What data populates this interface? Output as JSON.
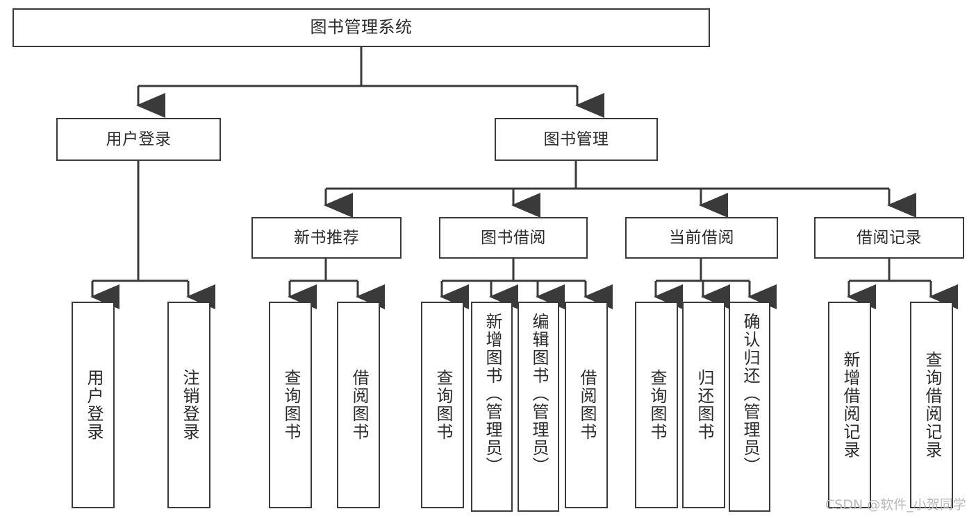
{
  "diagram": {
    "title": "图书管理系统",
    "watermark": "CSDN @软件_小贺同学",
    "type": "tree-hierarchy-chart",
    "colors": {
      "box_border": "#3a3a3a",
      "box_fill": "#ffffff",
      "connector": "#3a3a3a",
      "text": "#2b2b2b",
      "watermark": "#b8b8b8",
      "background": "#ffffff"
    }
  },
  "nodes": {
    "root": {
      "label": "图书管理系统"
    },
    "level2": [
      {
        "id": "user-login",
        "label": "用户登录"
      },
      {
        "id": "book-management",
        "label": "图书管理"
      }
    ],
    "level3": [
      {
        "id": "new-book-recommend",
        "label": "新书推荐"
      },
      {
        "id": "book-borrow",
        "label": "图书借阅"
      },
      {
        "id": "current-borrow",
        "label": "当前借阅"
      },
      {
        "id": "borrow-record",
        "label": "借阅记录"
      }
    ],
    "leaves": {
      "user_login": [
        {
          "id": "leaf-user-login",
          "label": "用户登录"
        },
        {
          "id": "leaf-logout-login",
          "label": "注销登录"
        }
      ],
      "new_book_recommend": [
        {
          "id": "leaf-query-book-1",
          "label": "查询图书"
        },
        {
          "id": "leaf-borrow-book-1",
          "label": "借阅图书"
        }
      ],
      "book_borrow": [
        {
          "id": "leaf-query-book-2",
          "label": "查询图书"
        },
        {
          "id": "leaf-add-book-admin",
          "label": "新增图书（管理员）"
        },
        {
          "id": "leaf-edit-book-admin",
          "label": "编辑图书（管理员）"
        },
        {
          "id": "leaf-borrow-book-2",
          "label": "借阅图书"
        }
      ],
      "current_borrow": [
        {
          "id": "leaf-query-book-3",
          "label": "查询图书"
        },
        {
          "id": "leaf-return-book",
          "label": "归还图书"
        },
        {
          "id": "leaf-confirm-return-admin",
          "label": "确认归还（管理员）"
        }
      ],
      "borrow_record": [
        {
          "id": "leaf-add-borrow-record",
          "label": "新增借阅记录"
        },
        {
          "id": "leaf-query-borrow-record",
          "label": "查询借阅记录"
        }
      ]
    }
  }
}
